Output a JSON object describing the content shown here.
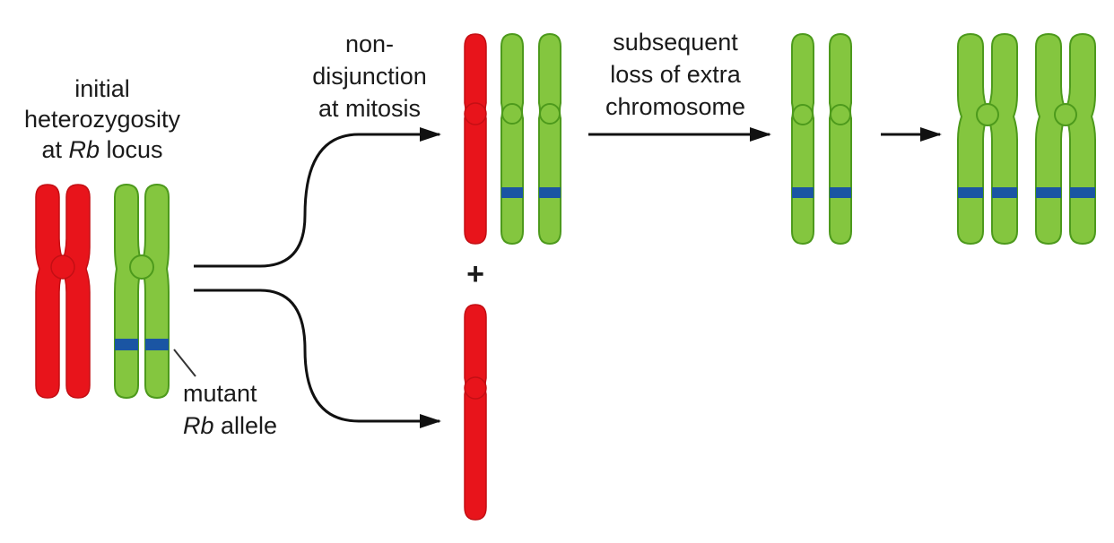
{
  "colors": {
    "normal_chromosome": "#e8141b",
    "normal_outline": "#c40f14",
    "mutant_chromosome": "#84c63f",
    "mutant_outline": "#4d9a1c",
    "mutant_band": "#1a55a3",
    "arrow": "#111111"
  },
  "labels": {
    "initial": {
      "line1": "initial",
      "line2": "heterozygosity",
      "line3_pre": "at ",
      "line3_italic": "Rb",
      "line3_post": " locus"
    },
    "mutant": {
      "line1": "mutant",
      "line2_italic": "Rb",
      "line2_post": " allele"
    },
    "nondisjunction": {
      "line1": "non-",
      "line2": "disjunction",
      "line3": "at mitosis"
    },
    "subsequent": {
      "line1": "subsequent",
      "line2": "loss of extra",
      "line3": "chromosome"
    },
    "plus": "+"
  }
}
